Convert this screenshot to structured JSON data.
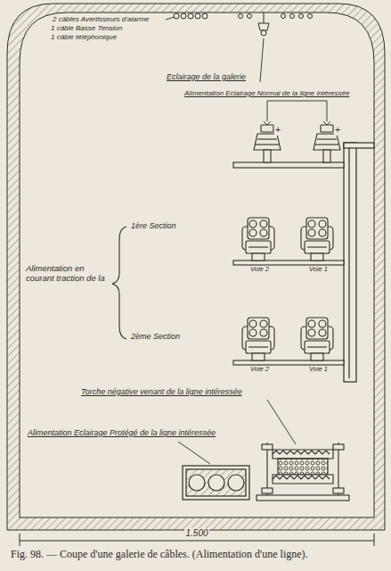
{
  "diagram": {
    "caption": "Fig. 98. — Coupe d'une galerie de câbles. (Alimentation d'une ligne).",
    "labels": [
      "2 câbles Avertisseurs d'alarme",
      "1 câble Basse Tension",
      "1 câble téléphonique",
      "Eclairage de la galerie",
      "Alimentation Eclairage Normal de la ligne intéressée",
      "+",
      "+",
      "Alimentation en courant traction de la",
      "1ère Section",
      "2ème Section",
      "Voie 2",
      "Voie 1",
      "Voie 2",
      "Voie 1",
      "Torche négative venant de la ligne intéressée",
      "Alimentation Eclairage Protégé de la ligne intéressée",
      "1.500"
    ]
  }
}
